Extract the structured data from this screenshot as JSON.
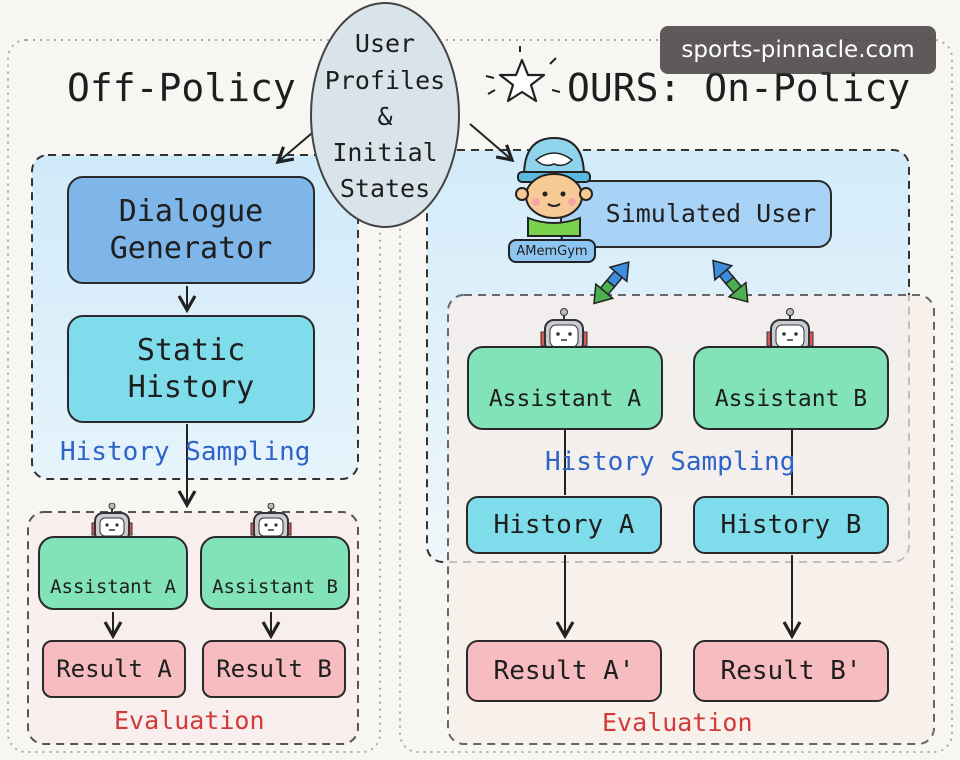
{
  "left_panel": {
    "title": "Off-Policy",
    "dialogue_generator": "Dialogue Generator",
    "static_history": "Static History",
    "history_sampling": "History Sampling",
    "assistant_a": "Assistant A",
    "assistant_b": "Assistant B",
    "result_a": "Result A",
    "result_b": "Result B",
    "evaluation": "Evaluation"
  },
  "center": {
    "user_profiles": "User Profiles & Initial States"
  },
  "right_panel": {
    "title": "OURS: On-Policy",
    "simulated_user": "Simulated User",
    "avatar_badge": "AMemGym",
    "assistant_a": "Assistant A",
    "assistant_b": "Assistant B",
    "history_sampling": "History Sampling",
    "history_a": "History A",
    "history_b": "History B",
    "result_a": "Result A'",
    "result_b": "Result B'",
    "evaluation": "Evaluation"
  },
  "watermark": "sports-pinnacle.com",
  "colors": {
    "blue_box": "#7fb6ea",
    "teal_box": "#7fdcea",
    "green_box": "#82e3b9",
    "pink_box": "#f6bcc0",
    "label_blue": "#2e63c7",
    "label_red": "#d23a3a"
  },
  "icons": [
    "star-icon",
    "robot-icon",
    "user-avatar-icon",
    "bidirectional-arrow-icon"
  ]
}
